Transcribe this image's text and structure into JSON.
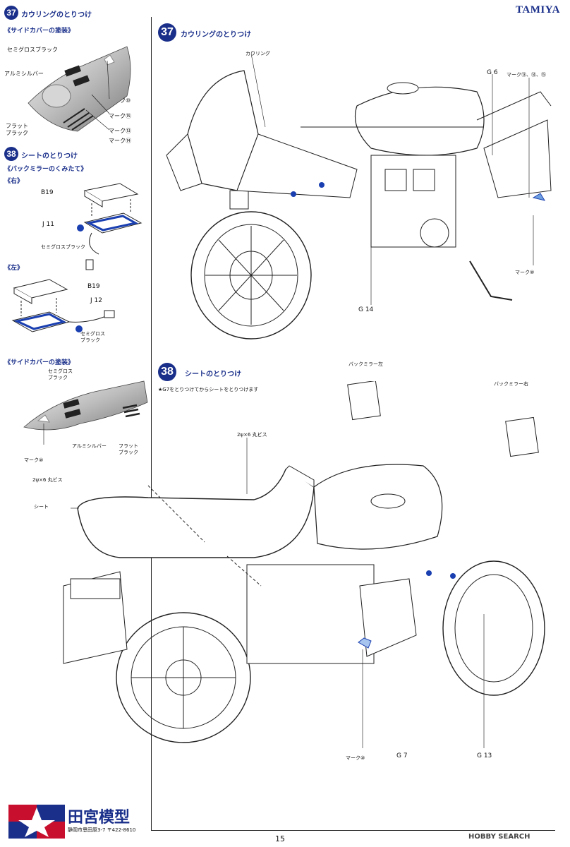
{
  "brand": "TAMIYA",
  "page_number": "15",
  "footer": {
    "company_name": "田宮模型",
    "address": "静岡市恩田原3-7 〒422-8610",
    "watermark": "HOBBY SEARCH"
  },
  "left": {
    "step37_number": "37",
    "step37_title": "カウリングのとりつけ",
    "sidecover_title_1": "《サイドカバーの塗装》",
    "semi_gloss_black": "セミグロスブラック",
    "aluminum_silver": "アルミシルバー",
    "flat_black": "フラット\nブラック",
    "mark10": "マーク⑩",
    "mark15": "マーク⑮",
    "mark13": "マーク⑬",
    "mark14": "マーク⑭",
    "step38_number": "38",
    "step38_title": "シートのとりつけ",
    "mirror_title": "《バックミラーのくみたて》",
    "right_label": "《右》",
    "left_label": "《左》",
    "b19": "B19",
    "j11": "J 11",
    "j12": "J 12",
    "semi_gloss_black_2": "セミグロスブラック",
    "semi_gloss_black_3": "セミグロス\nブラック",
    "sidecover_title_2": "《サイドカバーの塗装》",
    "semi_gloss_black_4": "セミグロス\nブラック",
    "aluminum_silver_2": "アルミシルバー",
    "flat_black_2": "フラット\nブラック",
    "mark10_2": "マーク⑩"
  },
  "right": {
    "step37_number": "37",
    "step37_title": "カウリングのとりつけ",
    "cowling": "カウリング",
    "g6": "G 6",
    "marks_13_14_15": "マーク⑬、⑭、⑮",
    "mark10": "マーク⑩",
    "g14": "G 14",
    "step38_number": "38",
    "step38_title": "シートのとりつけ",
    "step38_note": "★G7をとりつけてからシートをとりつけます",
    "back_mirror_left": "バックミラー左",
    "back_mirror_right": "バックミラー右",
    "screw_2x6_a": "2ψ×6 丸ビス",
    "screw_2x6_b": "2ψ×6 丸ビス",
    "seat": "シート",
    "mark10_b": "マーク⑩",
    "g7": "G 7",
    "g13": "G 13"
  }
}
